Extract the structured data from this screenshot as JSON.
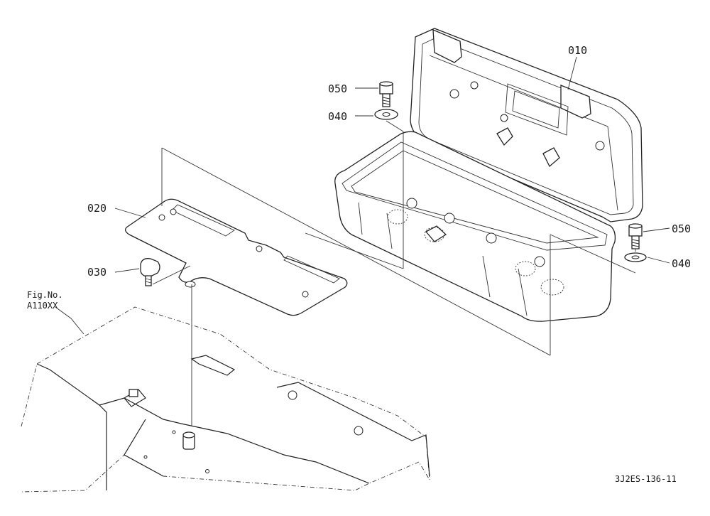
{
  "parts": {
    "p010": "010",
    "p020": "020",
    "p030": "030",
    "p040_left": "040",
    "p050_left": "050",
    "p040_right": "040",
    "p050_right": "050"
  },
  "reference": {
    "fig_label": "Fig.No.",
    "fig_code": "A110XX"
  },
  "drawing_id": "3J2ES-136-11"
}
